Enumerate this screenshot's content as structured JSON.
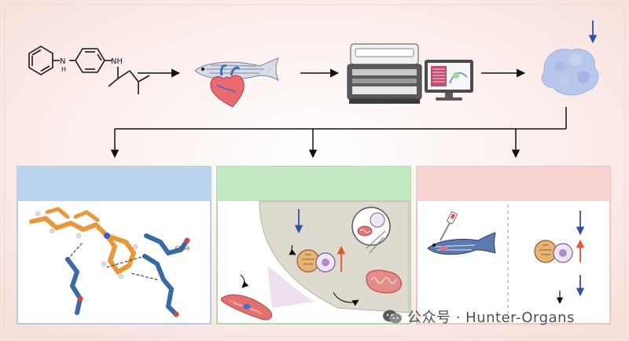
{
  "molecule": {
    "nh_label": "NH",
    "n_label": "N",
    "h_label": "H"
  },
  "docking": {
    "label": "ANSA"
  },
  "watermark": {
    "text": "公众号 · Hunter-Organs"
  },
  "colors": {
    "panel1_header": "#bad4ee",
    "panel2_header": "#c3eac2",
    "panel3_header": "#f6d2d3",
    "down_arrow": "#2f52a8",
    "up_arrow": "#e0572b"
  },
  "icons": [
    "benzene-molecule",
    "zebrafish-heart",
    "lab-instrument",
    "computer-monitor",
    "protein-blob",
    "docking-structure",
    "mitochondria",
    "cardiomyocyte",
    "zebrafish-injection"
  ]
}
